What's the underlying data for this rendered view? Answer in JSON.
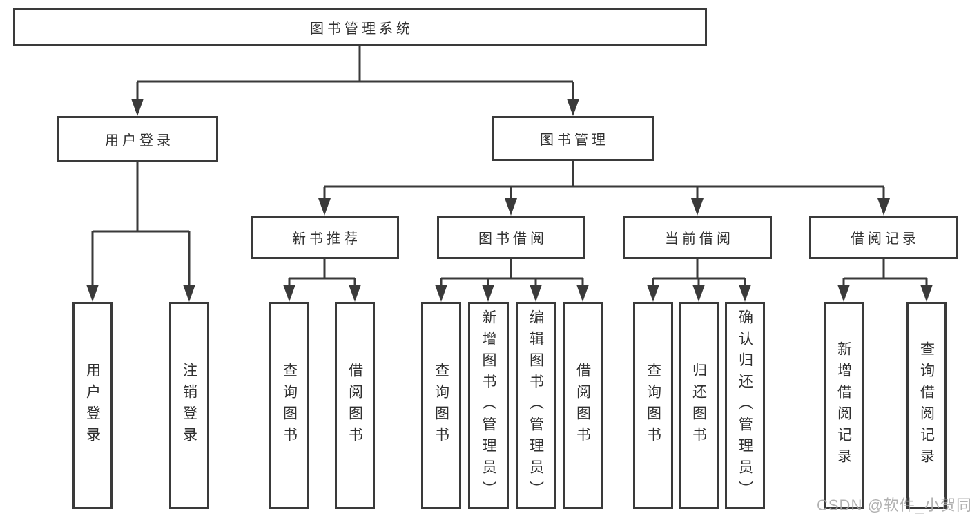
{
  "diagram": {
    "watermark": "CSDN @软件_小贺同学",
    "colors": {
      "stroke": "#3a3a3a",
      "node_border": "#3a3a3a",
      "text": "#303030",
      "watermark": "#a8a8a8",
      "background": "#ffffff"
    },
    "nodes": {
      "root": {
        "label": "图书管理系统"
      },
      "userLogin": {
        "label": "用户登录"
      },
      "bookMgmt": {
        "label": "图书管理"
      },
      "newBookRec": {
        "label": "新书推荐"
      },
      "bookBorrow": {
        "label": "图书借阅"
      },
      "currentBorrow": {
        "label": "当前借阅"
      },
      "borrowRecords": {
        "label": "借阅记录"
      },
      "leafUserLogin": {
        "label": "用户登录"
      },
      "leafLogout": {
        "label": "注销登录"
      },
      "leafQueryBooks1": {
        "label": "查询图书"
      },
      "leafBorrowBooks1": {
        "label": "借阅图书"
      },
      "leafQueryBooks2": {
        "label": "查询图书"
      },
      "leafAddBooks": {
        "label": "新增图书（管理员）"
      },
      "leafEditBooks": {
        "label": "编辑图书（管理员）"
      },
      "leafBorrowBooks2": {
        "label": "借阅图书"
      },
      "leafQueryBooks3": {
        "label": "查询图书"
      },
      "leafReturnBooks": {
        "label": "归还图书"
      },
      "leafConfirmReturn": {
        "label": "确认归还（管理员）"
      },
      "leafAddRecord": {
        "label": "新增借阅记录"
      },
      "leafQueryRecord": {
        "label": "查询借阅记录"
      }
    },
    "edges": [
      [
        "root",
        "userLogin"
      ],
      [
        "root",
        "bookMgmt"
      ],
      [
        "userLogin",
        "leafUserLogin"
      ],
      [
        "userLogin",
        "leafLogout"
      ],
      [
        "bookMgmt",
        "newBookRec"
      ],
      [
        "bookMgmt",
        "bookBorrow"
      ],
      [
        "bookMgmt",
        "currentBorrow"
      ],
      [
        "bookMgmt",
        "borrowRecords"
      ],
      [
        "newBookRec",
        "leafQueryBooks1"
      ],
      [
        "newBookRec",
        "leafBorrowBooks1"
      ],
      [
        "bookBorrow",
        "leafQueryBooks2"
      ],
      [
        "bookBorrow",
        "leafAddBooks"
      ],
      [
        "bookBorrow",
        "leafEditBooks"
      ],
      [
        "bookBorrow",
        "leafBorrowBooks2"
      ],
      [
        "currentBorrow",
        "leafQueryBooks3"
      ],
      [
        "currentBorrow",
        "leafReturnBooks"
      ],
      [
        "currentBorrow",
        "leafConfirmReturn"
      ],
      [
        "borrowRecords",
        "leafAddRecord"
      ],
      [
        "borrowRecords",
        "leafQueryRecord"
      ]
    ]
  }
}
